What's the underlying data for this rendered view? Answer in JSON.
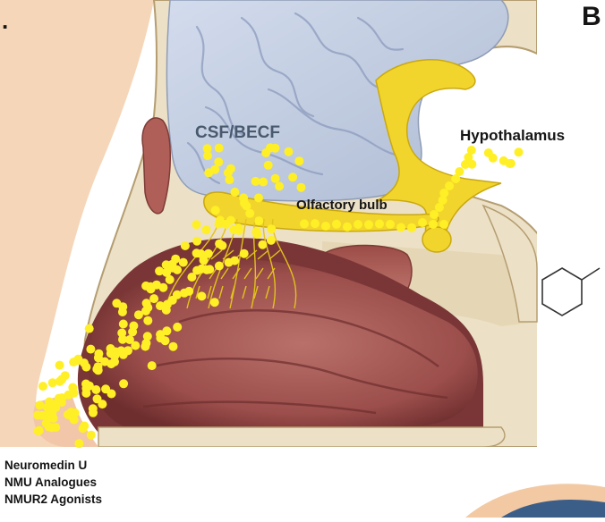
{
  "panel": {
    "letter": "B",
    "left_mark": "."
  },
  "labels": {
    "csf": "CSF/BECF",
    "hypothalamus": "Hypothalamus",
    "olfactory_bulb": "Olfactory bulb"
  },
  "legend": {
    "line1": "Neuromedin U",
    "line2": "NMU Analogues",
    "line3": "NMUR2 Agonists"
  },
  "colors": {
    "particle": "#ffef26",
    "neural_yellow": "#f0d21e",
    "brain": "#c6d2e4",
    "bone": "#ece1c6",
    "mucosa": "#a65a57",
    "nasal_cavity": "#7a3636",
    "skin": "#f0caa9"
  }
}
